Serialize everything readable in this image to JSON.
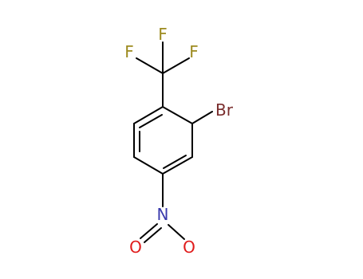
{
  "molecule": {
    "atoms": {
      "f_top": {
        "label": "F",
        "color": "#9c8a1e"
      },
      "f_left": {
        "label": "F",
        "color": "#9c8a1e"
      },
      "f_right": {
        "label": "F",
        "color": "#9c8a1e"
      },
      "br": {
        "label": "Br",
        "color": "#7a2d2d"
      },
      "n": {
        "label": "N",
        "color": "#3a3aad"
      },
      "o_left": {
        "label": "O",
        "color": "#e01b1b"
      },
      "o_right": {
        "label": "O",
        "color": "#e01b1b"
      }
    },
    "bond_color": "#000000"
  }
}
